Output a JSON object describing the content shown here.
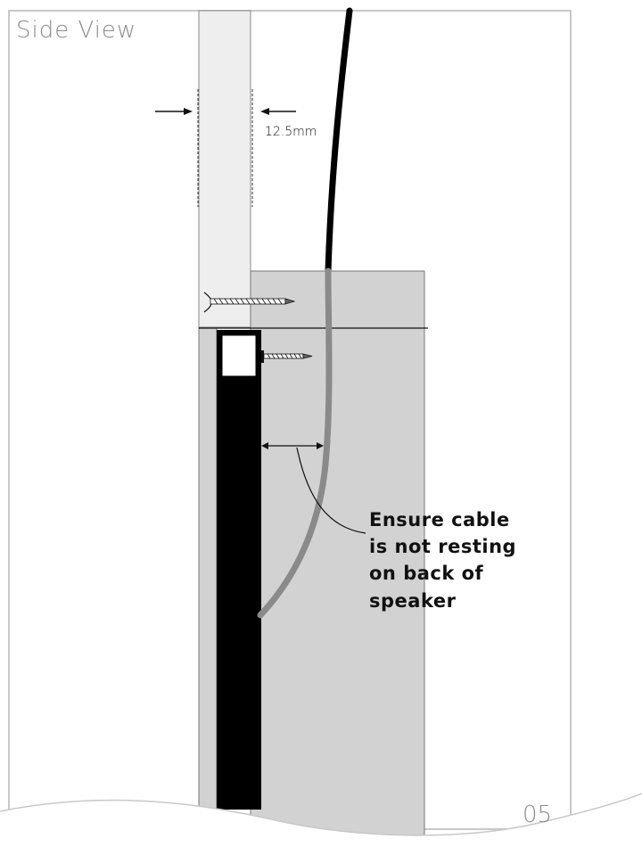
{
  "header": {
    "title": "Side View"
  },
  "dimension": {
    "label": "12.5mm"
  },
  "note": {
    "lines": [
      "Ensure cable",
      "is not resting",
      "on back of",
      "speaker"
    ]
  },
  "footer": {
    "page_number": "05"
  },
  "colors": {
    "page_border": "#c8c8c8",
    "wall_panel": "#eeeeee",
    "bracket_panel": "#d2d2d2",
    "speaker_back": "#000000",
    "cable_upper": "#000000",
    "cable_lower": "#8a8a8a",
    "text_gray": "#8c8c8c",
    "text_dark": "#111111"
  }
}
